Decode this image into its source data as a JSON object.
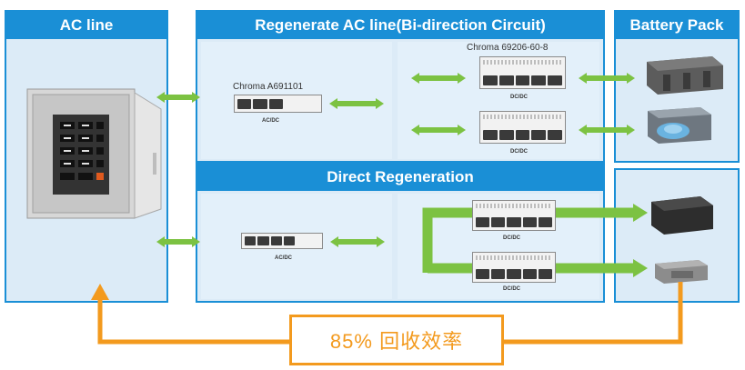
{
  "panels": {
    "ac_line": "AC line",
    "regen_ac": "Regenerate AC line(Bi-direction Circuit)",
    "battery_pack": "Battery Pack",
    "direct_regen": "Direct Regeneration"
  },
  "devices": {
    "acdc_model": "Chroma A691101",
    "dcdc_model": "Chroma 69206-60-8",
    "acdc_label": "AC/DC",
    "dcdc_label": "DC/DC"
  },
  "efficiency_label": "85% 回收效率",
  "colors": {
    "panel_blue": "#1a8fd6",
    "arrow_green": "#7cc242",
    "recovery_orange": "#f39a1e"
  }
}
